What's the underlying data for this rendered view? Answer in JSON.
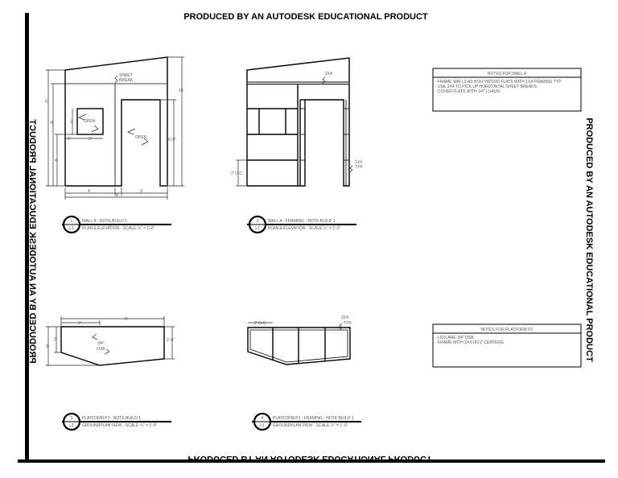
{
  "watermark": {
    "top": "PRODUCED BY AN AUTODESK EDUCATIONAL PRODUCT",
    "right": "PRODUCED BY AN AUTODESK EDUCATIONAL PRODUCT",
    "bottom": "PRODUCED BY AN AUTODESK EDUCATIONAL PRODUCT",
    "left": "PRODUCED BY AN AUTODESK EDUCATIONAL PRODUCT"
  },
  "drawing1": {
    "sheet_break": [
      "SHEET",
      "BREAK"
    ],
    "open_window": "OPEN",
    "open_door": "OPEN",
    "dims": {
      "h5": "5'",
      "h8": "8'",
      "h4": "4'",
      "win_h": "2'",
      "win_off": "1'",
      "win_w": "2'",
      "door_h": "6'-8\"",
      "h10": "10'",
      "w4": "4'",
      "w3": "3'",
      "w8": "8'"
    },
    "title": {
      "number": "1",
      "sheet": "L1",
      "line1": "WALL A - NOTE BUILD 1",
      "line2": "PLAN & ELEVATION - SCALE ½\" = 1'-0\""
    }
  },
  "drawing2": {
    "label_2x4": "2X4",
    "label_1x4": [
      "1X4",
      "TYP."
    ],
    "oc": "2' O.C.",
    "title": {
      "number": "2",
      "sheet": "L1",
      "line1": "WALL A - FRAMING - NOTE BUILD 1",
      "line2": "PLAN & ELEVATION - SCALE ½\" = 1'-0\""
    }
  },
  "drawing3": {
    "dims": {
      "w8": "8'",
      "w3": "3'",
      "h2": "2'",
      "h3": "3'",
      "h26": "2'-6\""
    },
    "material": [
      "3/4\"",
      "OSB"
    ],
    "title": {
      "number": "3",
      "sheet": "L1",
      "line1": "PLATFORM P1 - NOTE BUILD 1",
      "line2": "GROUNDPLAN VIEW - SCALE ½\" = 1'-0\""
    }
  },
  "drawing4": {
    "oc": "2' O.C.",
    "label_2x4": [
      "2X4",
      "TYP."
    ],
    "title": {
      "number": "4",
      "sheet": "L1",
      "line1": "PLATFORM P1 - FRAMING - NOTE BUILD 1",
      "line2": "GROUNDPLAN VIEW - SCALE ½\" = 1'-0\""
    }
  },
  "notes_wall": {
    "header": "NOTES FOR WALL A",
    "items": [
      "- FRAME WALLS AS HOLLYWOOD FLATS WITH 1X4 FRAMING TYP.",
      "- USE 2X4 TO PICK UP HORIZONTAL SHEET BREAKS.",
      "- COVER FLATS WITH 1/4\" LUAUN."
    ]
  },
  "notes_platform": {
    "header": "NOTES FOR PLATFORM P1",
    "items": [
      "- LIDS ARE 3/4\" OSB.",
      "- FRAME WITH 2X4 ON 2' CENTERS."
    ]
  }
}
